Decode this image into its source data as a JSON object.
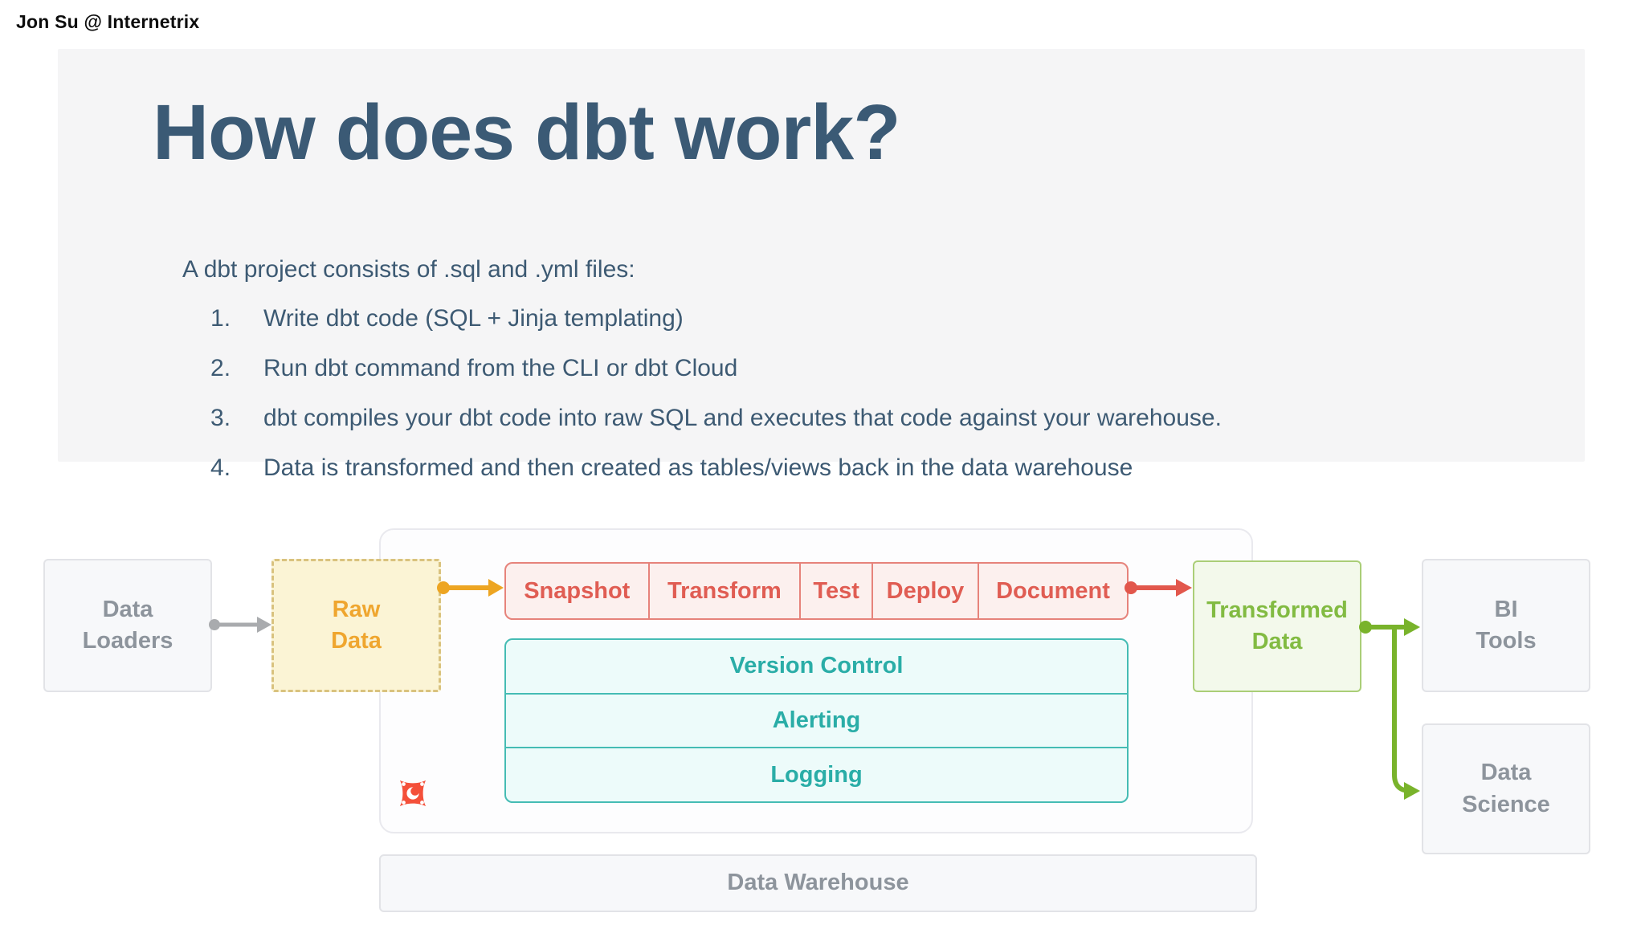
{
  "page": {
    "byline": "Jon Su @ Internetrix"
  },
  "slide": {
    "title": "How does dbt work?",
    "intro": "A dbt project consists of .sql and .yml files:",
    "steps": [
      "Write dbt code (SQL + Jinja templating)",
      "Run dbt command from the CLI or dbt Cloud",
      "dbt compiles your dbt code into raw SQL and executes that code against your warehouse.",
      "Data is transformed and then created as tables/views back in the data warehouse"
    ]
  },
  "diagram": {
    "nodes": {
      "data_loaders": "Data\nLoaders",
      "raw_data": "Raw\nData",
      "transformed_data": "Transformed\nData",
      "bi_tools": "BI\nTools",
      "data_science": "Data\nScience",
      "data_warehouse": "Data Warehouse"
    },
    "pipeline": [
      "Snapshot",
      "Transform",
      "Test",
      "Deploy",
      "Document"
    ],
    "services": [
      "Version Control",
      "Alerting",
      "Logging"
    ],
    "colors": {
      "title_text": "#3b5a75",
      "body_text": "#3d5a73",
      "box_gray_text": "#8d949c",
      "raw_data_text": "#efa62f",
      "pipeline_text": "#e05d53",
      "services_text": "#2aada7",
      "transformed_text": "#82bb42",
      "arrow_gray": "#a9abae",
      "arrow_yellow": "#eda522",
      "arrow_red": "#e2574c",
      "arrow_green": "#79b32b",
      "dbt_orange": "#f4503a"
    }
  }
}
